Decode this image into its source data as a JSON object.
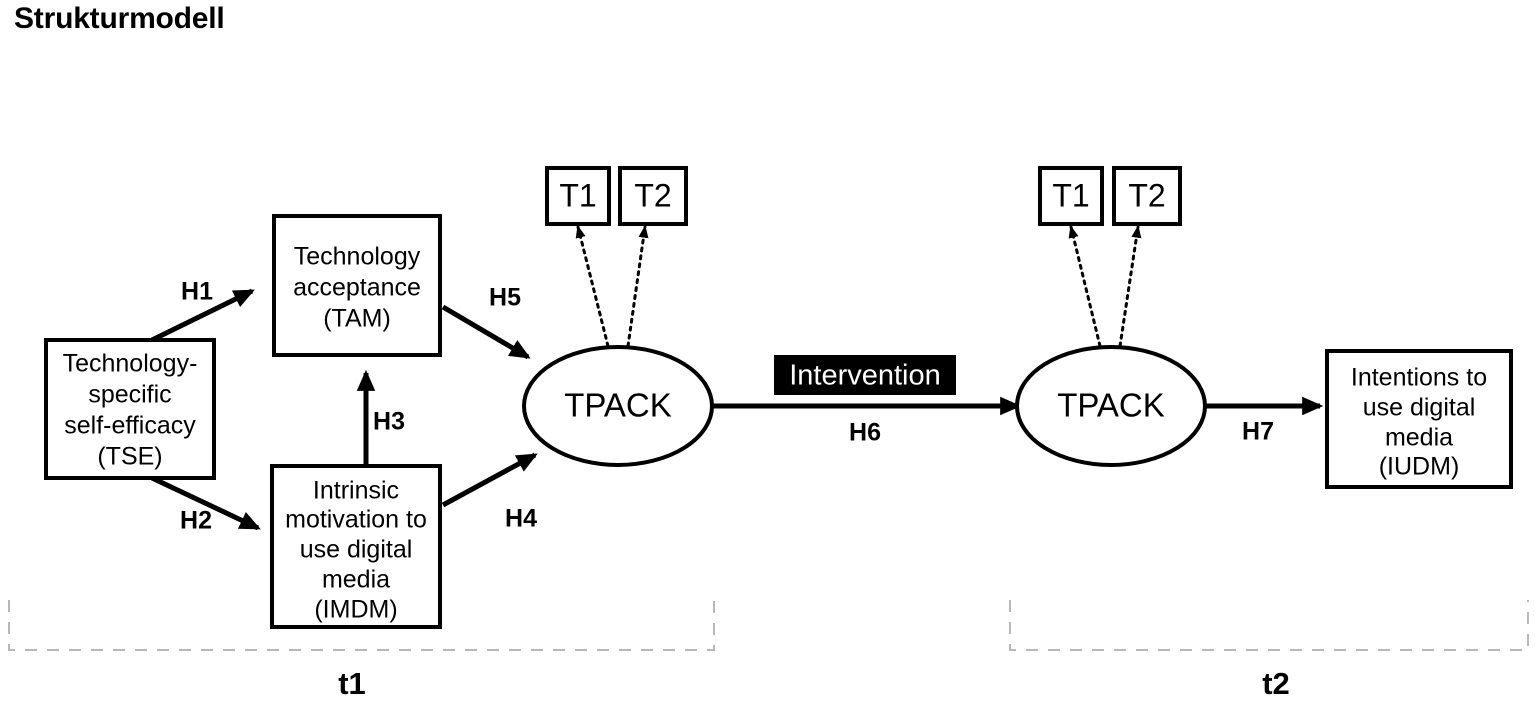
{
  "title": "Strukturmodell",
  "colors": {
    "stroke": "#000000",
    "background": "#ffffff",
    "intervention_fill": "#000000",
    "intervention_text": "#ffffff",
    "phase_frame": "#b8b8b8"
  },
  "nodes": {
    "tse": {
      "id": "tse",
      "shape": "rect",
      "lines": [
        "Technology-",
        "specific",
        "self-efficacy",
        "(TSE)"
      ]
    },
    "tam": {
      "id": "tam",
      "shape": "rect",
      "lines": [
        "Technology",
        "acceptance",
        "(TAM)"
      ]
    },
    "imdm": {
      "id": "imdm",
      "shape": "rect",
      "lines": [
        "Intrinsic",
        "motivation to",
        "use digital",
        "media",
        "(IMDM)"
      ]
    },
    "tpack_t1": {
      "id": "tpack-t1",
      "shape": "ellipse",
      "label": "TPACK"
    },
    "tpack_t2": {
      "id": "tpack-t2",
      "shape": "ellipse",
      "label": "TPACK"
    },
    "iudm": {
      "id": "iudm",
      "shape": "rect",
      "lines": [
        "Intentions to",
        "use digital",
        "media",
        "(IUDM)"
      ]
    }
  },
  "indicators": {
    "t1_left": "T1",
    "t1_right": "T2",
    "t2_left": "T1",
    "t2_right": "T2"
  },
  "intervention": {
    "label": "Intervention"
  },
  "hypotheses": [
    {
      "id": "H1",
      "label": "H1",
      "from": "tse",
      "to": "tam"
    },
    {
      "id": "H2",
      "label": "H2",
      "from": "tse",
      "to": "imdm"
    },
    {
      "id": "H3",
      "label": "H3",
      "from": "imdm",
      "to": "tam"
    },
    {
      "id": "H4",
      "label": "H4",
      "from": "imdm",
      "to": "tpack_t1"
    },
    {
      "id": "H5",
      "label": "H5",
      "from": "tam",
      "to": "tpack_t1"
    },
    {
      "id": "H6",
      "label": "H6",
      "from": "tpack_t1",
      "to": "tpack_t2"
    },
    {
      "id": "H7",
      "label": "H7",
      "from": "tpack_t2",
      "to": "iudm"
    }
  ],
  "phases": [
    {
      "id": "t1",
      "label": "t1"
    },
    {
      "id": "t2",
      "label": "t2"
    }
  ]
}
